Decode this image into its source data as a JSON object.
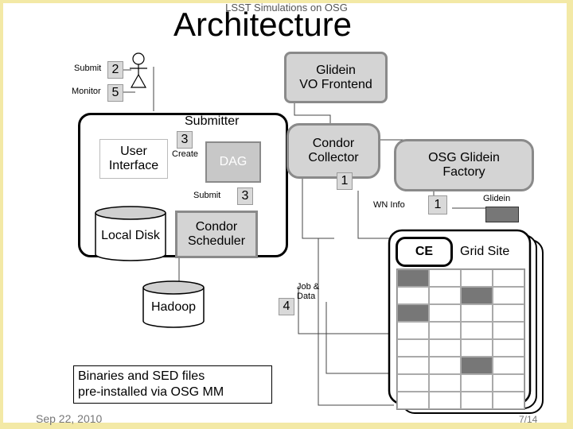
{
  "header": {
    "subtitle": "LSST Simulations on OSG",
    "title": "Architecture"
  },
  "diagram": {
    "submit_label": "Submit",
    "submit_num": "2",
    "monitor_label": "Monitor",
    "monitor_num": "5",
    "glidein_frontend": "Glidein\nVO Frontend",
    "submitter": "Submitter",
    "user_interface": "User\nInterface",
    "create_label": "Create",
    "create_num": "3",
    "dag": "DAG",
    "submit_inner_label": "Submit",
    "submit_inner_num": "3",
    "local_disk": "Local Disk",
    "condor_scheduler": "Condor\nScheduler",
    "hadoop": "Hadoop",
    "condor_collector": "Condor\nCollector",
    "collector_num": "1",
    "osg_glidein_factory": "OSG Glidein\nFactory",
    "wn_info": "WN Info",
    "factory_num": "1",
    "glidein_label": "Glidein",
    "ce": "CE",
    "grid_site": "Grid Site",
    "job_data": "Job &\nData",
    "job_num": "4",
    "binaries_note": "Binaries and SED files\npre-installed via OSG MM"
  },
  "footer": {
    "date": "Sep 22, 2010",
    "page": "7/14"
  },
  "grid_cells": [
    [
      1,
      0,
      0,
      0
    ],
    [
      0,
      0,
      1,
      0
    ],
    [
      1,
      0,
      0,
      0
    ],
    [
      0,
      0,
      0,
      0
    ],
    [
      0,
      0,
      0,
      0
    ],
    [
      0,
      0,
      1,
      0
    ],
    [
      0,
      0,
      0,
      0
    ],
    [
      0,
      0,
      0,
      0
    ]
  ]
}
